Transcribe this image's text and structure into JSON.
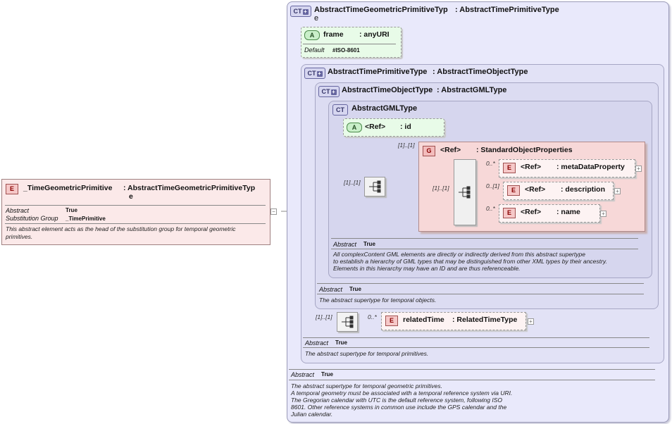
{
  "root_element": {
    "tag": "E",
    "name": "_TimeGeometricPrimitive",
    "type": ": AbstractTimeGeometricPrimitiveTyp",
    "type_wrap": "e",
    "props": [
      {
        "key": "Abstract",
        "value": "True"
      },
      {
        "key": "Substitution Group",
        "value": "_TimePrimitive"
      }
    ],
    "doc": "This abstract element acts as the head of the substitution group for temporal geometric primitives."
  },
  "outer_type": {
    "tag": "CT",
    "name": "AbstractTimeGeometricPrimitiveTyp",
    "base": ": AbstractTimePrimitiveType",
    "name_wrap": "e",
    "abstract_key": "Abstract",
    "abstract_value": "True",
    "doc_lines": [
      "The abstract supertype for temporal geometric primitives.",
      "A temporal geometry must be associated with a temporal reference system via URI.",
      "The Gregorian calendar with UTC is the default reference system, following ISO",
      "8601. Other reference systems in common use include the GPS calendar and the",
      "Julian calendar."
    ]
  },
  "frame_attr": {
    "tag": "A",
    "name": "frame",
    "type": ": anyURI",
    "default_key": "Default",
    "default_value": "#ISO-8601"
  },
  "primitive_type": {
    "tag": "CT",
    "name": "AbstractTimePrimitiveType",
    "base": ": AbstractTimeObjectType",
    "abstract_key": "Abstract",
    "abstract_value": "True",
    "doc": "The abstract supertype for temporal primitives."
  },
  "object_type": {
    "tag": "CT",
    "name": "AbstractTimeObjectType",
    "base": ": AbstractGMLType",
    "abstract_key": "Abstract",
    "abstract_value": "True",
    "doc": "The abstract supertype for temporal objects."
  },
  "gml_type": {
    "tag": "CT",
    "name": "AbstractGMLType",
    "abstract_key": "Abstract",
    "abstract_value": "True",
    "doc_lines": [
      "All complexContent GML elements are directly or indirectly derived from this abstract supertype",
      "to establish a hierarchy of GML types that may be distinguished from other XML types by their ancestry.",
      "Elements in this hierarchy may have an ID and are thus referenceable."
    ]
  },
  "id_attr": {
    "tag": "A",
    "ref": "<Ref>",
    "name": ": id"
  },
  "group": {
    "tag": "G",
    "ref": "<Ref>",
    "name": ": StandardObjectProperties",
    "cardinality": "[1]..[1]"
  },
  "group_children": [
    {
      "tag": "E",
      "ref": "<Ref>",
      "name": ": metaDataProperty",
      "cardinality": "0..*"
    },
    {
      "tag": "E",
      "ref": "<Ref>",
      "name": ": description",
      "cardinality": "0..[1]"
    },
    {
      "tag": "E",
      "ref": "<Ref>",
      "name": ": name",
      "cardinality": "0..*"
    }
  ],
  "seq_cardinalities": {
    "gml_seq": "[1]..[1]",
    "inner_seq": "[1]..[1]",
    "primitive_seq": "[1]..[1]"
  },
  "related_time": {
    "tag": "E",
    "name": "relatedTime",
    "type": ": RelatedTimeType",
    "cardinality": "0..*"
  },
  "expander_symbol": "+",
  "collapse_symbol": "−"
}
